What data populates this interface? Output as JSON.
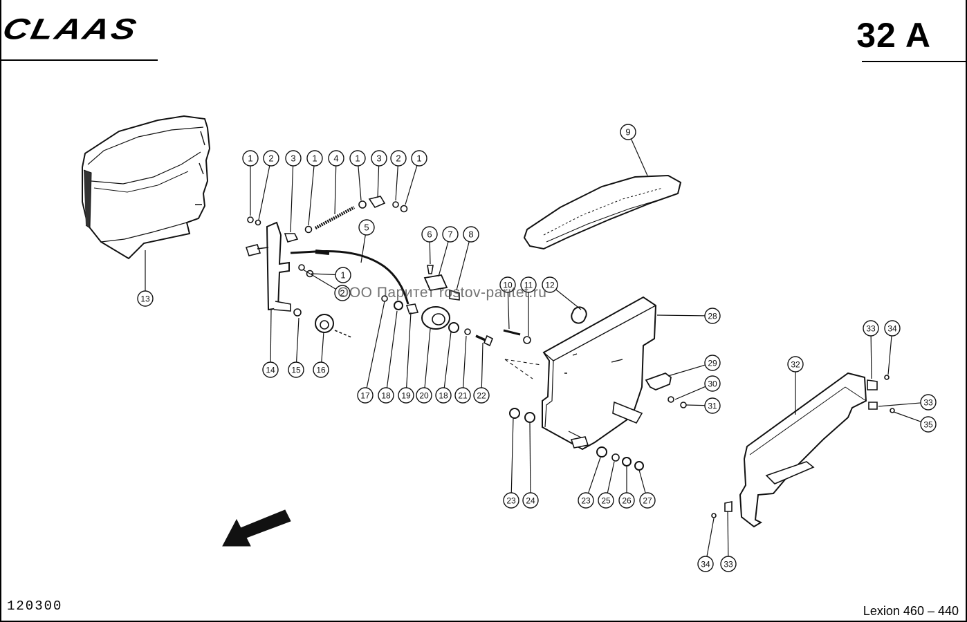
{
  "header": {
    "brand_logo": "CLAAS",
    "page_code": "32 A"
  },
  "footer": {
    "drawing_number": "120300",
    "model": "Lexion 460 – 440"
  },
  "watermark": "ООО Паритет   rostov-paritet.ru",
  "callouts": [
    {
      "id": "c-1a",
      "label": "1"
    },
    {
      "id": "c-2a",
      "label": "2"
    },
    {
      "id": "c-3a",
      "label": "3"
    },
    {
      "id": "c-1b",
      "label": "1"
    },
    {
      "id": "c-4",
      "label": "4"
    },
    {
      "id": "c-1c",
      "label": "1"
    },
    {
      "id": "c-3b",
      "label": "3"
    },
    {
      "id": "c-2b",
      "label": "2"
    },
    {
      "id": "c-1d",
      "label": "1"
    },
    {
      "id": "c-5",
      "label": "5"
    },
    {
      "id": "c-1e",
      "label": "1"
    },
    {
      "id": "c-2c",
      "label": "2"
    },
    {
      "id": "c-6",
      "label": "6"
    },
    {
      "id": "c-7",
      "label": "7"
    },
    {
      "id": "c-8",
      "label": "8"
    },
    {
      "id": "c-9",
      "label": "9"
    },
    {
      "id": "c-10",
      "label": "10"
    },
    {
      "id": "c-11",
      "label": "11"
    },
    {
      "id": "c-12",
      "label": "12"
    },
    {
      "id": "c-13",
      "label": "13"
    },
    {
      "id": "c-14",
      "label": "14"
    },
    {
      "id": "c-15",
      "label": "15"
    },
    {
      "id": "c-16",
      "label": "16"
    },
    {
      "id": "c-17",
      "label": "17"
    },
    {
      "id": "c-18a",
      "label": "18"
    },
    {
      "id": "c-19",
      "label": "19"
    },
    {
      "id": "c-20",
      "label": "20"
    },
    {
      "id": "c-18b",
      "label": "18"
    },
    {
      "id": "c-21",
      "label": "21"
    },
    {
      "id": "c-22",
      "label": "22"
    },
    {
      "id": "c-28",
      "label": "28"
    },
    {
      "id": "c-29",
      "label": "29"
    },
    {
      "id": "c-30",
      "label": "30"
    },
    {
      "id": "c-31",
      "label": "31"
    },
    {
      "id": "c-23a",
      "label": "23"
    },
    {
      "id": "c-24",
      "label": "24"
    },
    {
      "id": "c-23b",
      "label": "23"
    },
    {
      "id": "c-25",
      "label": "25"
    },
    {
      "id": "c-26",
      "label": "26"
    },
    {
      "id": "c-27",
      "label": "27"
    },
    {
      "id": "c-32",
      "label": "32"
    },
    {
      "id": "c-33a",
      "label": "33"
    },
    {
      "id": "c-34a",
      "label": "34"
    },
    {
      "id": "c-33b",
      "label": "33"
    },
    {
      "id": "c-35",
      "label": "35"
    },
    {
      "id": "c-34b",
      "label": "34"
    },
    {
      "id": "c-33c",
      "label": "33"
    }
  ]
}
